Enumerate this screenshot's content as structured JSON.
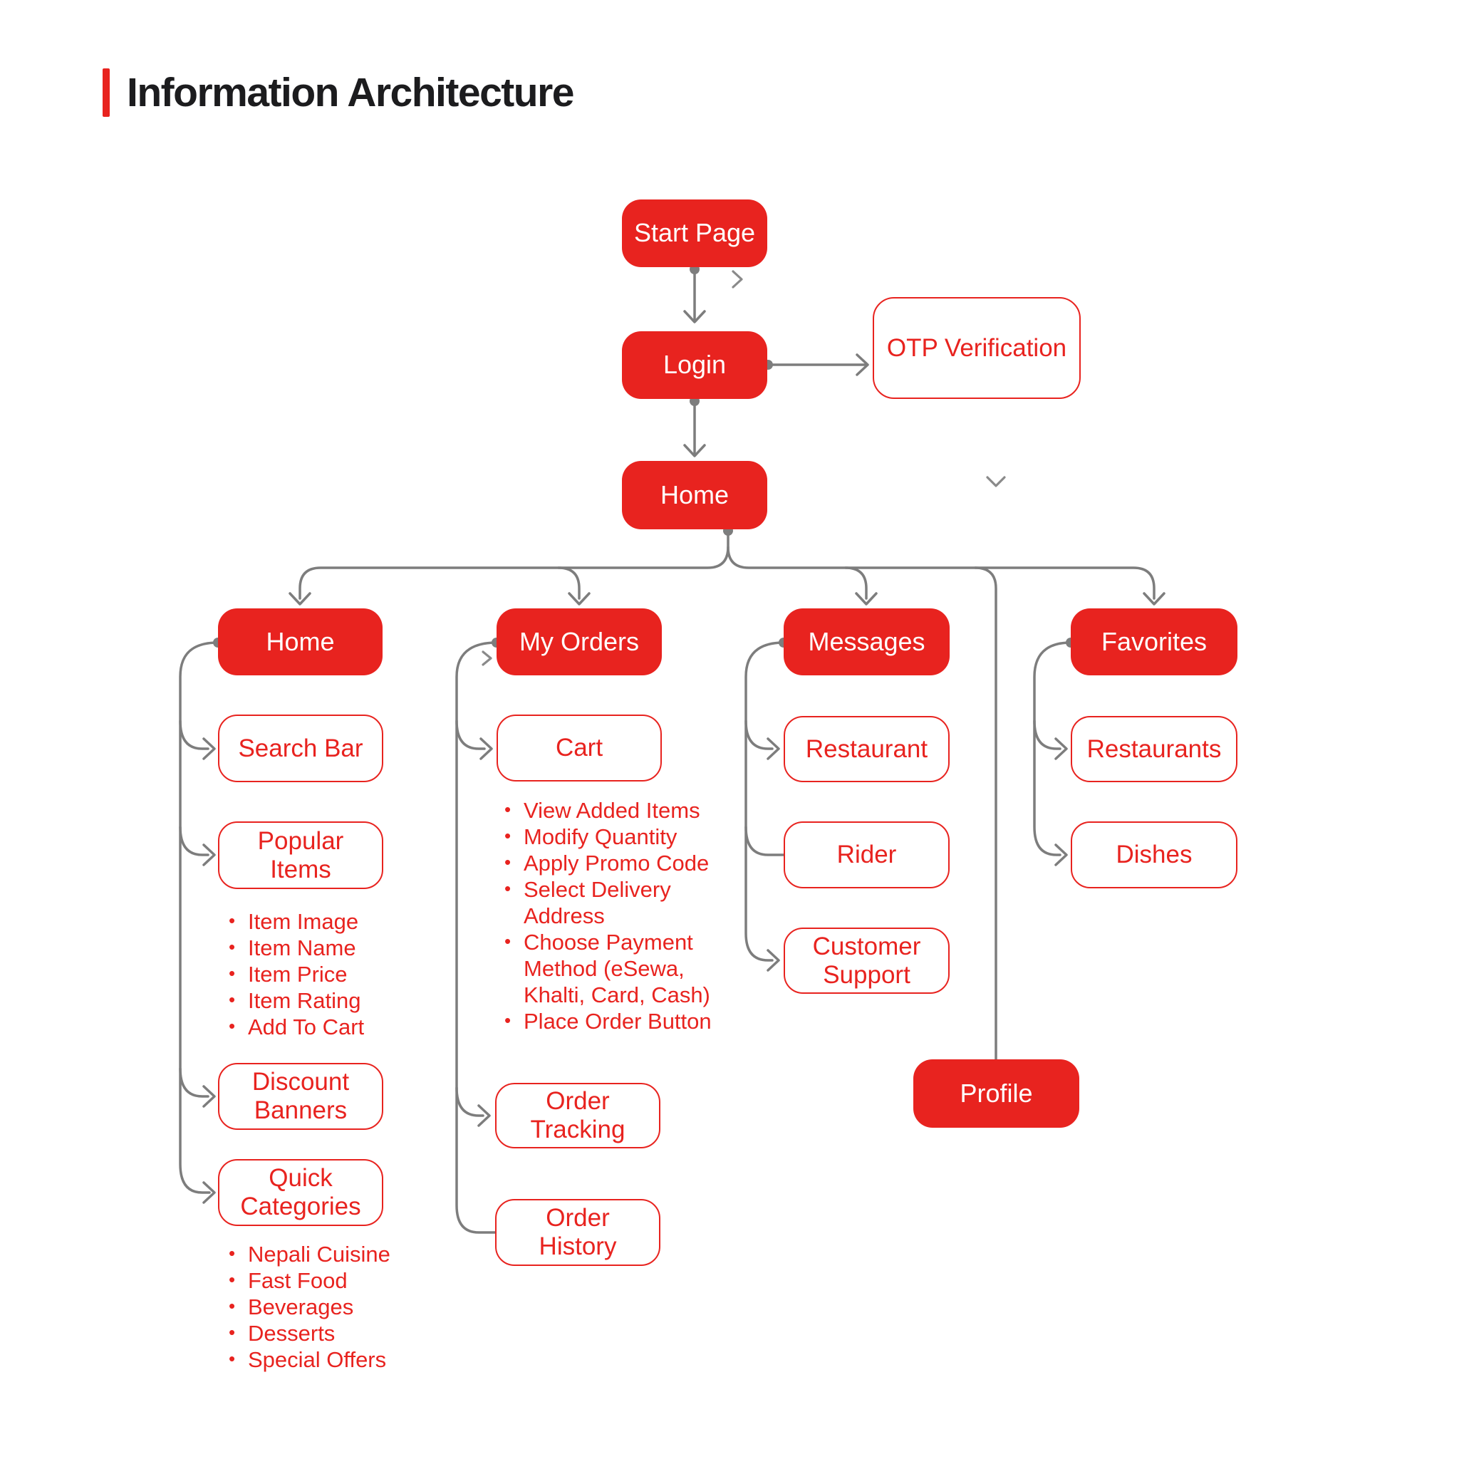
{
  "title": {
    "text": "Information Architecture"
  },
  "colors": {
    "accent_red": "#E8231F",
    "connector_gray": "#7D7D7D",
    "chevron_gray": "#8A8A8A",
    "title_black": "#1C1C1E",
    "background": "#FFFFFF"
  },
  "nodes": {
    "start_page": "Start Page",
    "login": "Login",
    "otp_verification": "OTP Verification",
    "home_main": "Home",
    "home_tab": "Home",
    "my_orders": "My Orders",
    "messages": "Messages",
    "favorites": "Favorites",
    "search_bar": "Search Bar",
    "popular_items": "Popular\nItems",
    "discount_banners": "Discount\nBanners",
    "quick_categories": "Quick\nCategories",
    "cart": "Cart",
    "order_tracking": "Order\nTracking",
    "order_history": "Order\nHistory",
    "restaurant": "Restaurant",
    "rider": "Rider",
    "customer_support": "Customer\nSupport",
    "restaurants": "Restaurants",
    "dishes": "Dishes",
    "profile": "Profile"
  },
  "bullets": {
    "popular_items": [
      "Item Image",
      "Item Name",
      "Item Price",
      "Item Rating",
      "Add To Cart"
    ],
    "quick_categories": [
      "Nepali Cuisine",
      "Fast Food",
      "Beverages",
      "Desserts",
      "Special Offers"
    ],
    "cart": [
      "View Added Items",
      "Modify Quantity",
      "Apply Promo Code",
      "Select Delivery\nAddress",
      "Choose Payment\nMethod (eSewa,\nKhalti, Card, Cash)",
      "Place Order Button"
    ]
  }
}
